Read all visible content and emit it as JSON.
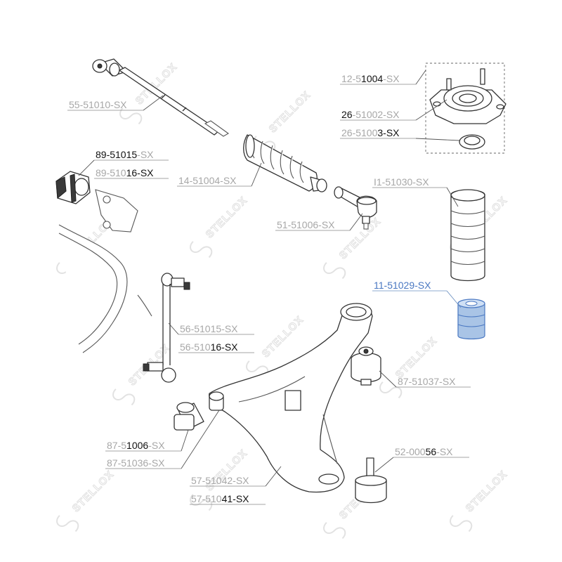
{
  "watermark": {
    "text": "STELLOX"
  },
  "colors": {
    "ink": "#333333",
    "label_gray": "#a7a7a7",
    "label_dark": "#111111",
    "highlight": "#4a78c2",
    "highlight_fill": "#a9c4e6"
  },
  "labels": [
    {
      "id": "l-12-51004",
      "gray_a": "12-5",
      "bold": "1004",
      "gray_b": "-SX",
      "text": "12-51004-SX"
    },
    {
      "id": "l-26-51002",
      "gray_a": "",
      "bold": "26",
      "gray_b": "-51002-SX",
      "text": "26-51002-SX"
    },
    {
      "id": "l-26-51003",
      "gray_a": "26-5100",
      "bold": "3-SX",
      "gray_b": "",
      "text": "26-51003-SX"
    },
    {
      "id": "l-55-51010",
      "gray_a": "55-51010-SX",
      "bold": "",
      "gray_b": "",
      "text": "55-51010-SX"
    },
    {
      "id": "l-89-51015",
      "gray_a": "",
      "bold": "89-51015",
      "gray_b": "-SX",
      "text": "89-51015-SX"
    },
    {
      "id": "l-89-51016",
      "gray_a": "89-510",
      "bold": "16-SX",
      "gray_b": "",
      "text": "89-51016-SX"
    },
    {
      "id": "l-14-51004",
      "gray_a": "14-51004-SX",
      "bold": "",
      "gray_b": "",
      "text": "14-51004-SX"
    },
    {
      "id": "l-11-51030",
      "gray_a": "I1-51030-SX",
      "bold": "",
      "gray_b": "",
      "text": "I1-51030-SX"
    },
    {
      "id": "l-51-51006",
      "gray_a": "51-51006-SX",
      "bold": "",
      "gray_b": "",
      "text": "51-51006-SX"
    },
    {
      "id": "l-11-51029",
      "gray_a": "11-51029-SX",
      "bold": "",
      "gray_b": "",
      "text": "11-51029-SX",
      "highlight": true
    },
    {
      "id": "l-56-51015",
      "gray_a": "56-51015-SX",
      "bold": "",
      "gray_b": "",
      "text": "56-51015-SX"
    },
    {
      "id": "l-56-51016",
      "gray_a": "56-510",
      "bold": "16-SX",
      "gray_b": "",
      "text": "56-51016-SX"
    },
    {
      "id": "l-87-51037",
      "gray_a": "87-51037-SX",
      "bold": "",
      "gray_b": "",
      "text": "87-51037-SX"
    },
    {
      "id": "l-87-51006",
      "gray_a": "87-5",
      "bold": "1006",
      "gray_b": "-SX",
      "text": "87-51006-SX"
    },
    {
      "id": "l-87-51036",
      "gray_a": "87-51036-SX",
      "bold": "",
      "gray_b": "",
      "text": "87-51036-SX"
    },
    {
      "id": "l-52-00056",
      "gray_a": "52-000",
      "bold": "56",
      "gray_b": "-SX",
      "text": "52-00056-SX"
    },
    {
      "id": "l-57-51042",
      "gray_a": "57-51042-SX",
      "bold": "",
      "gray_b": "",
      "text": "57-51042-SX"
    },
    {
      "id": "l-57-51041",
      "gray_a": "57-510",
      "bold": "41-SX",
      "gray_b": "",
      "text": "57-51041-SX"
    }
  ]
}
